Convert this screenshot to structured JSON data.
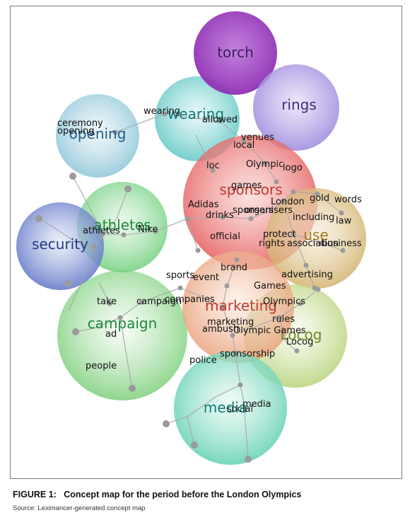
{
  "caption": "FIGURE 1:   Concept map for the period before the London Olympics",
  "source": "Source: Leximancer-generated concept map",
  "colors": {
    "torch": "#8e2fb4",
    "rings": "#9a86dc",
    "wearing": "#5cc6c4",
    "opening": "#8cc4d8",
    "sponsors": "#e55a5a",
    "use": "#d2b16c",
    "athletes": "#6fcf7c",
    "security": "#5d73c6",
    "campaign": "#7ccf7a",
    "marketing": "#e9a07a",
    "locog": "#b6d37a",
    "media": "#5fcfb0",
    "edge": "#a8a8a8",
    "node": "#9a9a9a"
  },
  "themes": [
    {
      "id": "torch",
      "label": "torch",
      "text_color": "#3a1f5c"
    },
    {
      "id": "rings",
      "label": "rings",
      "text_color": "#3a2f7a"
    },
    {
      "id": "wearing",
      "label": "wearing",
      "text_color": "#157a78"
    },
    {
      "id": "opening",
      "label": "opening",
      "text_color": "#1f5b8a"
    },
    {
      "id": "sponsors",
      "label": "sponsors",
      "text_color": "#c0392b"
    },
    {
      "id": "use",
      "label": "use",
      "text_color": "#a07a20"
    },
    {
      "id": "athletes",
      "label": "athletes",
      "text_color": "#1e8a3a"
    },
    {
      "id": "security",
      "label": "security",
      "text_color": "#1f3a80"
    },
    {
      "id": "campaign",
      "label": "campaign",
      "text_color": "#1e8a3a"
    },
    {
      "id": "marketing",
      "label": "marketing",
      "text_color": "#c0392b"
    },
    {
      "id": "locog",
      "label": "Locog",
      "text_color": "#6a8a20"
    },
    {
      "id": "media",
      "label": "media",
      "text_color": "#157a78"
    }
  ],
  "concepts": [
    "wearing",
    "allowed",
    "ceremony",
    "opening",
    "venues",
    "local",
    "loc",
    "Olympic",
    "logo",
    "games",
    "London",
    "gold",
    "words",
    "Adidas",
    "drinks",
    "sponsors",
    "organisers",
    "including",
    "law",
    "athletes",
    "Nike",
    "official",
    "protect",
    "rights",
    "association",
    "business",
    "brand",
    "sports",
    "event",
    "advertising",
    "Games",
    "take",
    "campaign",
    "companies",
    "Olympics",
    "rules",
    "ad",
    "ambush",
    "marketing",
    "Olympic Games",
    "Locog",
    "sponsorship",
    "police",
    "people",
    "media",
    "social"
  ]
}
